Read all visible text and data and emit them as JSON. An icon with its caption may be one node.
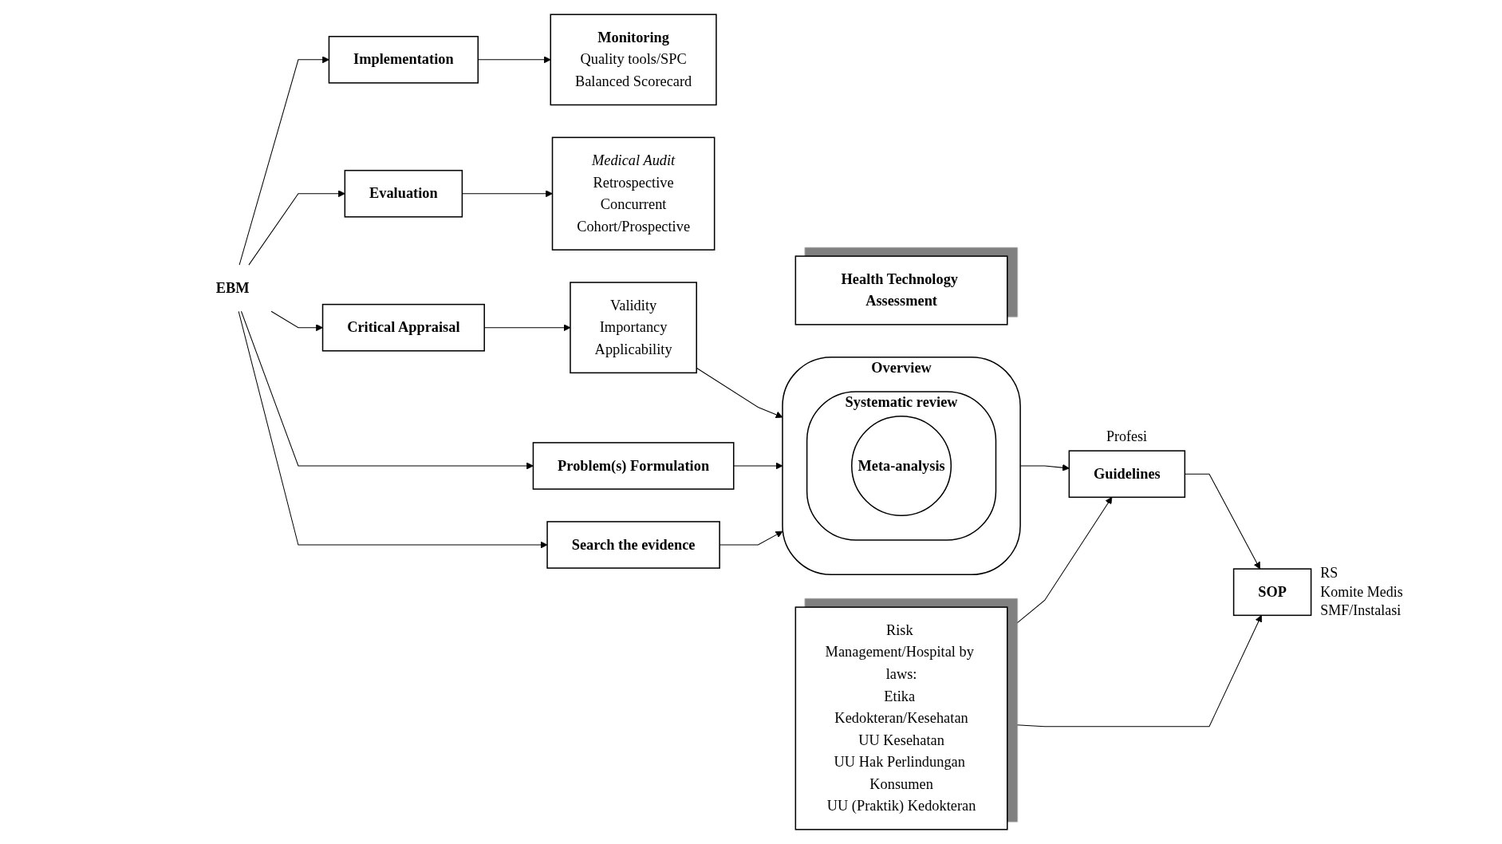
{
  "diagram": {
    "nodes": [
      {
        "text": [
          "Monitoring",
          "Quality tools/SPC",
          "Balanced Scorecard"
        ]
      },
      {
        "text": [
          "Medical Audit",
          "Retrospective",
          "Concurrent",
          "Cohort/Prospective"
        ]
      },
      {
        "text": [
          "Implementation"
        ]
      },
      {
        "text": [
          "Evaluation"
        ]
      },
      {
        "text": [
          "EBM"
        ]
      },
      {
        "text": [
          "Critical Appraisal"
        ]
      },
      {
        "text": [
          "Problem(s) Formulation"
        ]
      },
      {
        "text": [
          "Search the evidence"
        ]
      },
      {
        "text": [
          "Validity",
          "Importancy",
          "Applicability"
        ]
      },
      {
        "text": [
          "Overview"
        ]
      },
      {
        "text": [
          "Systematic review"
        ],
        "in": 9
      },
      {
        "text": [
          "Meta-analysis"
        ],
        "in": 10
      },
      {
        "text": [
          "Health Technology Assessment"
        ]
      },
      {
        "text": [
          "Risk Management/Hospital by laws:",
          "Etika Kedokteran/Kesehatan",
          "UU Kesehatan",
          "UU Hak Perlindungan Konsumen",
          "UU (Praktik) Kedokteran"
        ]
      },
      {
        "text": [
          "Guidelines"
        ],
        "beside": [
          "Profesi"
        ]
      },
      {
        "text": [
          "SOP"
        ],
        "beside": [
          "RS",
          "Komite Medis",
          "SMF/Instalasi"
        ]
      }
    ],
    "edges": [
      {
        "from": 2,
        "to": 0,
        "arrow": "to"
      },
      {
        "from": 3,
        "to": 1,
        "arrow": "to"
      },
      {
        "from": 4,
        "to": 2,
        "arrow": "to"
      },
      {
        "from": 4,
        "to": 3,
        "arrow": "to"
      },
      {
        "from": 4,
        "to": 5,
        "arrow": "to"
      },
      {
        "from": 4,
        "to": 6,
        "arrow": "to"
      },
      {
        "from": 4,
        "to": 7,
        "arrow": "to"
      },
      {
        "from": 5,
        "to": 8,
        "arrow": "to"
      },
      {
        "from": 6,
        "to": 9,
        "arrow": "to"
      },
      {
        "from": 7,
        "to": 9,
        "arrow": "to"
      },
      {
        "from": 8,
        "to": 9,
        "arrow": "to"
      },
      {
        "from": 9,
        "to": 14,
        "arrow": "to"
      },
      {
        "from": 13,
        "to": 14,
        "arrow": "to"
      },
      {
        "from": 13,
        "to": 15,
        "arrow": "to"
      },
      {
        "from": 14,
        "to": 15,
        "arrow": "to"
      }
    ]
  }
}
